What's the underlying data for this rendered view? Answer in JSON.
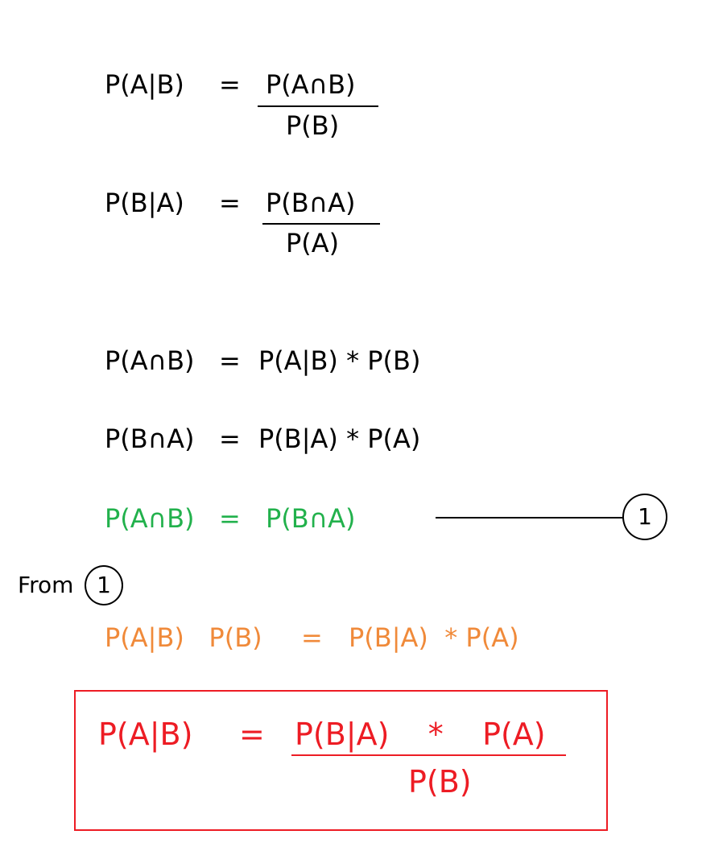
{
  "eq1": {
    "lhs": "P(A|B)",
    "eq": "=",
    "numerator": "P(A∩B)",
    "denominator": "P(B)"
  },
  "eq2": {
    "lhs": "P(B|A)",
    "eq": "=",
    "numerator": "P(B∩A)",
    "denominator": "P(A)"
  },
  "eq3": {
    "lhs": "P(A∩B)",
    "eq": "=",
    "rhs": "P(A|B) * P(B)"
  },
  "eq4": {
    "lhs": "P(B∩A)",
    "eq": "=",
    "rhs": "P(B|A) * P(A)"
  },
  "eq5": {
    "lhs": "P(A∩B)",
    "eq": "=",
    "rhs": "P(B∩A)",
    "marker": "1",
    "color": "#22b14c"
  },
  "from_note": {
    "label": "From",
    "marker": "1"
  },
  "eq6": {
    "lhs": "P(A|B)   P(B)",
    "eq": "=",
    "rhs": "P(B|A)  * P(A)",
    "color": "#f08a3a"
  },
  "result": {
    "lhs": "P(A|B)",
    "eq": "=",
    "numerator": "P(B|A)    *    P(A)",
    "denominator": "P(B)",
    "color": "#ed1c24"
  }
}
